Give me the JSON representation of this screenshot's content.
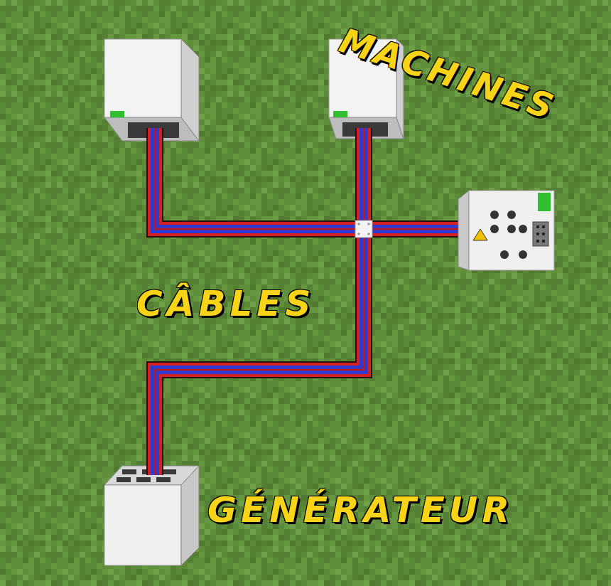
{
  "diagram": {
    "labels": [
      "MACHINES",
      "CÂBLES",
      "GÉNÉRATEUR"
    ]
  }
}
